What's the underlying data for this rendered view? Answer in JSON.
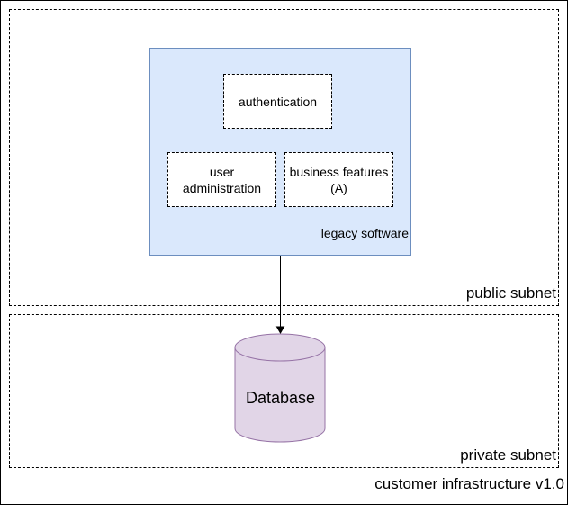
{
  "diagram": {
    "customer_infrastructure": {
      "label": "customer infrastructure v1.0"
    },
    "public_subnet": {
      "label": "public subnet"
    },
    "private_subnet": {
      "label": "private subnet"
    },
    "legacy_software": {
      "label": "legacy software",
      "fill_color": "#dae8fc",
      "stroke_color": "#6c8ebf",
      "modules": {
        "authentication": "authentication",
        "user_administration_line1": "user",
        "user_administration_line2": "administration",
        "business_features_line1": "business features",
        "business_features_line2": "(A)"
      }
    },
    "database": {
      "label": "Database",
      "fill_color": "#e1d5e7",
      "stroke_color": "#9673a6"
    },
    "connections": [
      {
        "from": "legacy software",
        "to": "Database",
        "style": "arrow"
      }
    ]
  }
}
